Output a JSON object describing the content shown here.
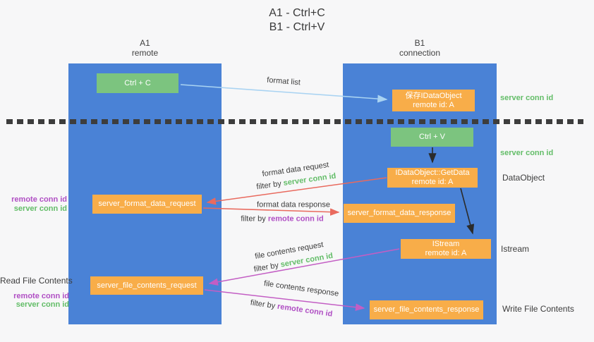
{
  "title": {
    "line1": "A1 - Ctrl+C",
    "line2": "B1 - Ctrl+V"
  },
  "columns": {
    "a1": {
      "name": "A1",
      "subtitle": "remote"
    },
    "b1": {
      "name": "B1",
      "subtitle": "connection"
    }
  },
  "nodes": {
    "ctrl_c": {
      "label": "Ctrl + C"
    },
    "save_idataobject": {
      "line1": "保存IDataObject",
      "line2": "remote id: A"
    },
    "ctrl_v": {
      "label": "Ctrl + V"
    },
    "getdata": {
      "line1": "IDataObject::GetData",
      "line2": "remote id: A"
    },
    "server_format_data_request": {
      "label": "server_format_data_request"
    },
    "server_format_data_response": {
      "label": "server_format_data_response"
    },
    "istream": {
      "line1": "IStream",
      "line2": "remote id: A"
    },
    "server_file_contents_request": {
      "label": "server_file_contents_request"
    },
    "server_file_contents_response": {
      "label": "server_file_contents_response"
    }
  },
  "right_labels": {
    "server_conn_id_top": "server conn id",
    "server_conn_id_mid": "server conn id",
    "dataobject": "DataObject",
    "istream": "Istream",
    "write_file_contents": "Write File Contents"
  },
  "left_labels": {
    "remote_conn_id_top": "remote conn id",
    "server_conn_id_top": "server conn id",
    "read_file_contents": "Read File Contents",
    "remote_conn_id_bottom": "remote conn id",
    "server_conn_id_bottom": "server conn id"
  },
  "arrow_labels": {
    "format_list": "format list",
    "format_data_request": "format data request",
    "format_data_request_filter_prefix": "filter by ",
    "format_data_request_filter_key": "server conn id",
    "format_data_response": "format data response",
    "format_data_response_filter_prefix": "filter by ",
    "format_data_response_filter_key": "remote conn id",
    "file_contents_request": "file contents request",
    "file_contents_request_filter_prefix": "filter by ",
    "file_contents_request_filter_key": "server conn id",
    "file_contents_response": "file contents response",
    "file_contents_response_filter_prefix": "filter by ",
    "file_contents_response_filter_key": "remote conn id"
  },
  "colors": {
    "column_blue": "#4a82d6",
    "node_green": "#7cc47f",
    "node_orange": "#f8ad49",
    "arrow_light_blue": "#a9d3f2",
    "arrow_red": "#e96a5e",
    "arrow_magenta": "#c35ec4",
    "arrow_black": "#2b2b2b",
    "text_green": "#63bd68",
    "text_purple": "#b04fc4",
    "text_dark": "#3c3c3c"
  }
}
